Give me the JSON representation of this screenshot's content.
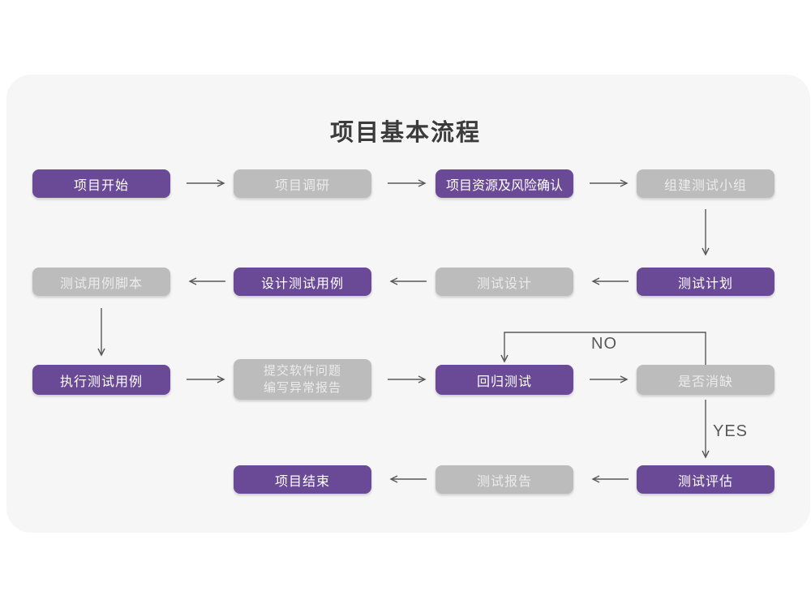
{
  "title": "项目基本流程",
  "nodes": {
    "start": {
      "label": "项目开始"
    },
    "research": {
      "label": "项目调研"
    },
    "risk_confirm": {
      "label": "项目资源及风险确认"
    },
    "build_team": {
      "label": "组建测试小组"
    },
    "test_plan": {
      "label": "测试计划"
    },
    "test_design": {
      "label": "测试设计"
    },
    "design_cases": {
      "label": "设计测试用例"
    },
    "case_script": {
      "label": "测试用例脚本"
    },
    "execute_cases": {
      "label": "执行测试用例"
    },
    "submit_issues": {
      "line1": "提交软件问题",
      "line2": "编写异常报告"
    },
    "regression": {
      "label": "回归测试"
    },
    "defect_cleared": {
      "label": "是否消缺"
    },
    "evaluation": {
      "label": "测试评估"
    },
    "test_report": {
      "label": "测试报告"
    },
    "end": {
      "label": "项目结束"
    }
  },
  "edge_labels": {
    "no": "NO",
    "yes": "YES"
  },
  "colors": {
    "purple": "#6a4a97",
    "gray": "#bcbcbc",
    "card_bg": "#f6f6f6",
    "arrow": "#58585a",
    "title_color": "#3b3b3b"
  },
  "edges": [
    {
      "from": "start",
      "to": "research"
    },
    {
      "from": "research",
      "to": "risk_confirm"
    },
    {
      "from": "risk_confirm",
      "to": "build_team"
    },
    {
      "from": "build_team",
      "to": "test_plan"
    },
    {
      "from": "test_plan",
      "to": "test_design"
    },
    {
      "from": "test_design",
      "to": "design_cases"
    },
    {
      "from": "design_cases",
      "to": "case_script"
    },
    {
      "from": "case_script",
      "to": "execute_cases"
    },
    {
      "from": "execute_cases",
      "to": "submit_issues"
    },
    {
      "from": "submit_issues",
      "to": "regression"
    },
    {
      "from": "regression",
      "to": "defect_cleared"
    },
    {
      "from": "defect_cleared",
      "to": "regression",
      "label": "NO"
    },
    {
      "from": "defect_cleared",
      "to": "evaluation",
      "label": "YES"
    },
    {
      "from": "evaluation",
      "to": "test_report"
    },
    {
      "from": "test_report",
      "to": "end"
    }
  ]
}
